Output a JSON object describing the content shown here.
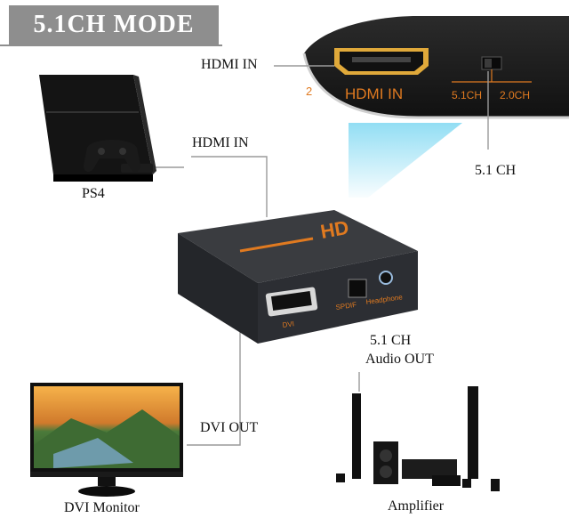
{
  "title": "5.1CH MODE",
  "labels": {
    "hdmi_in_top": "HDMI IN",
    "hdmi_in_mid": "HDMI IN",
    "switch_sel": "5.1 CH",
    "ps4": "PS4",
    "audio_out_line1": "5.1 CH",
    "audio_out_line2": "Audio OUT",
    "dvi_out": "DVI OUT",
    "dvi_monitor": "DVI Monitor",
    "amplifier": "Amplifier"
  },
  "device_print": {
    "port_label": "HDMI IN",
    "port_number_partial": "2",
    "switch_left": "5.1CH",
    "switch_right": "2.0CH",
    "box_logo": "HD",
    "box_port_spdif": "SPDIF",
    "box_port_headphone": "Headphone",
    "box_port_dvi": "DVI"
  },
  "colors": {
    "badge_bg": "#8e8e8e",
    "device_print_orange": "#e07a20",
    "zoom_panel": "#1c1c1c",
    "callout_glow": "#7fd8f2",
    "box_body": "#2a2c30"
  }
}
